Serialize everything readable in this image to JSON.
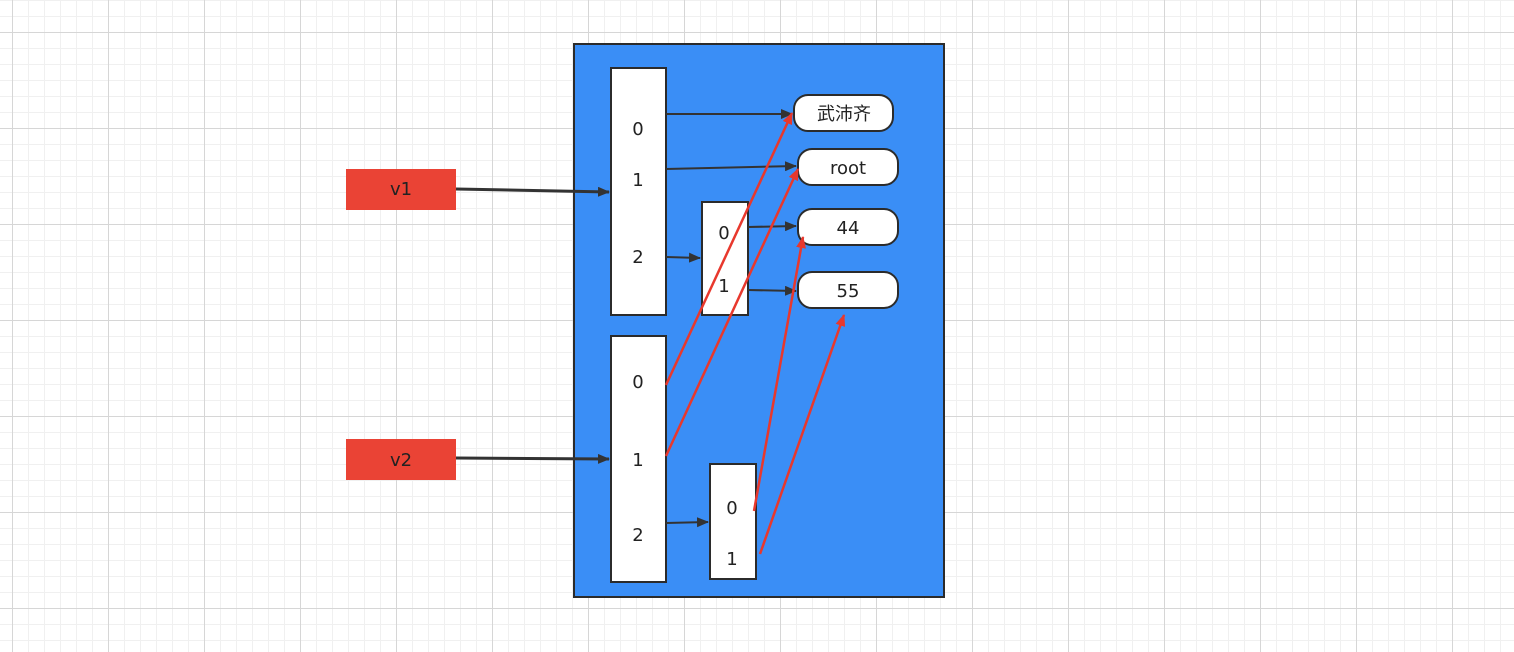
{
  "colors": {
    "container_fill": "#3a8ef6",
    "container_stroke": "#2b2b2b",
    "variable_fill": "#ea4335",
    "array_fill": "#ffffff",
    "value_fill": "#ffffff",
    "black_arrow": "#333333",
    "red_arrow": "#e8382d"
  },
  "variables": {
    "v1": "v1",
    "v2": "v2"
  },
  "outer_array_v1": {
    "indices": [
      "0",
      "1",
      "2"
    ]
  },
  "inner_array_v1": {
    "indices": [
      "0",
      "1"
    ]
  },
  "outer_array_v2": {
    "indices": [
      "0",
      "1",
      "2"
    ]
  },
  "inner_array_v2": {
    "indices": [
      "0",
      "1"
    ]
  },
  "values": {
    "name": "武沛齐",
    "root": "root",
    "n44": "44",
    "n55": "55"
  }
}
